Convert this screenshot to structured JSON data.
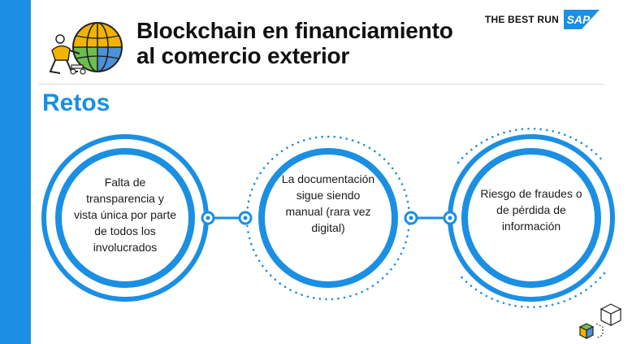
{
  "slide": {
    "title_line1": "Blockchain en financiamiento",
    "title_line2": "al comercio exterior",
    "section_title": "Retos"
  },
  "brand": {
    "tagline": "THE BEST RUN",
    "logo_text": "SAP"
  },
  "challenges": [
    {
      "text": "Falta de transparencia y vista única por parte de todos los involucrados"
    },
    {
      "text": "La documentación sigue siendo manual (rara vez digital)"
    },
    {
      "text": "Riesgo de fraudes o de pérdida de información"
    }
  ],
  "colors": {
    "accent": "#1a8fe3",
    "title": "#111111",
    "logo_blue": "#1a8fe3"
  },
  "icons": [
    "worker-globe-icon",
    "blockchain-cubes-icon",
    "connector-node-icon"
  ]
}
